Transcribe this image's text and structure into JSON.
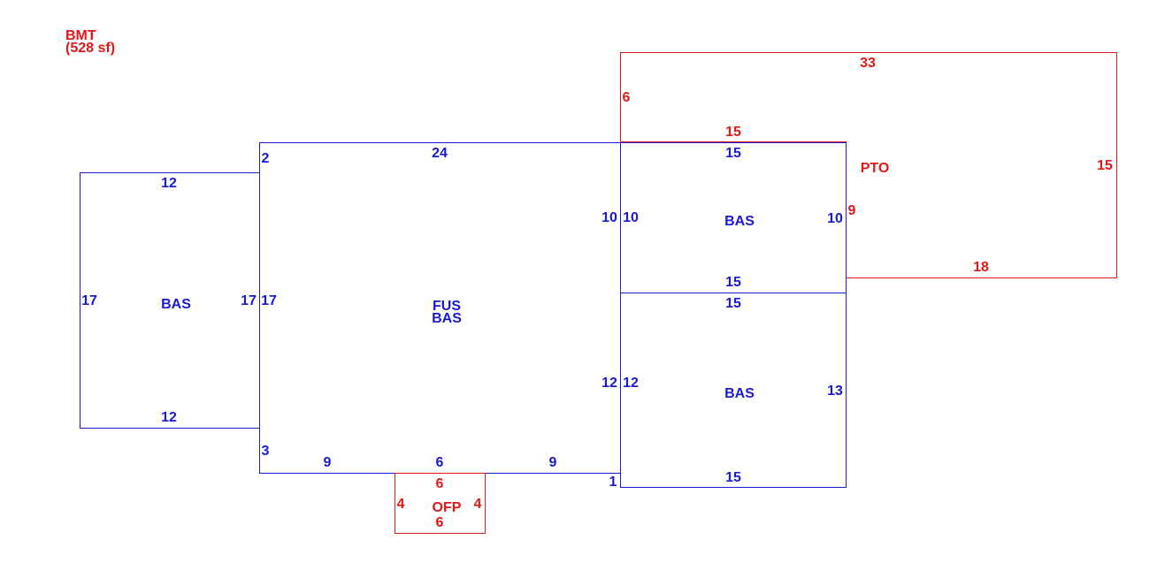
{
  "header": {
    "title": "BMT",
    "area": "(528 sf)"
  },
  "colors": {
    "living": "#1a1ad0",
    "other": "#e01818"
  },
  "areas": {
    "left_bas": "BAS",
    "center_fus": "FUS",
    "center_bas": "BAS",
    "right_upper_bas": "BAS",
    "right_lower_bas": "BAS",
    "pto": "PTO",
    "ofp": "OFP"
  },
  "dims": {
    "left_top": "12",
    "left_bottom": "12",
    "left_left": "17",
    "left_right": "17",
    "center_top": "24",
    "center_left_upper": "2",
    "center_left": "17",
    "center_left_lower": "3",
    "center_bottom_a": "9",
    "center_bottom_b": "6",
    "center_bottom_c": "9",
    "center_right_upper": "10",
    "center_right_lower": "12",
    "center_right_step": "1",
    "ru_top": "15",
    "ru_left": "10",
    "ru_right": "10",
    "ru_bottom": "15",
    "rl_top": "15",
    "rl_left": "12",
    "rl_right": "13",
    "rl_bottom": "15",
    "pto_top": "33",
    "pto_left": "6",
    "pto_inner": "15",
    "pto_right": "15",
    "pto_step": "9",
    "pto_bottom": "18",
    "ofp_top": "6",
    "ofp_left": "4",
    "ofp_right": "4",
    "ofp_bottom": "6"
  }
}
